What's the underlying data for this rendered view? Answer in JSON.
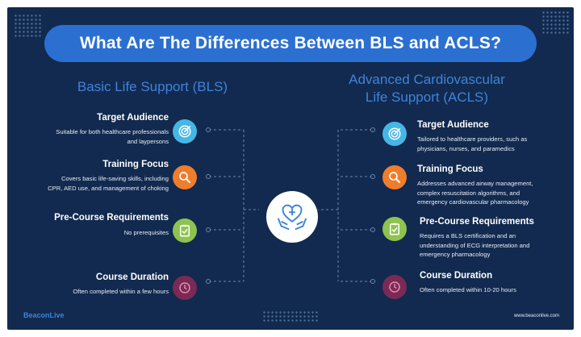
{
  "title": "What Are The Differences Between BLS and ACLS?",
  "colors": {
    "background": "#122a4f",
    "title_pill": "#2b6fd1",
    "accent_blue": "#3f83db",
    "icon_target": "#46b6e6",
    "icon_training": "#ef7d2b",
    "icon_requirements": "#8ec34f",
    "icon_duration": "#7a2a55"
  },
  "bls": {
    "heading": "Basic Life Support (BLS)",
    "items": [
      {
        "title": "Target Audience",
        "desc": [
          "Suitable for both healthcare professionals",
          "and laypersons"
        ],
        "icon": "target-icon"
      },
      {
        "title": "Training Focus",
        "desc": [
          "Covers basic life-saving skills, including",
          "CPR, AED use, and management of choking"
        ],
        "icon": "magnifier-icon"
      },
      {
        "title": "Pre-Course Requirements",
        "desc": [
          "No prerequisites"
        ],
        "icon": "clipboard-check-icon"
      },
      {
        "title": "Course Duration",
        "desc": [
          "Often completed within a few hours"
        ],
        "icon": "clock-icon"
      }
    ]
  },
  "acls": {
    "heading_line1": "Advanced Cardiovascular",
    "heading_line2": "Life Support (ACLS)",
    "items": [
      {
        "title": "Target Audience",
        "desc": [
          "Tailored to healthcare providers, such as",
          "physicians, nurses, and paramedics"
        ],
        "icon": "target-icon"
      },
      {
        "title": "Training Focus",
        "desc": [
          "Addresses advanced airway management,",
          "complex resuscitation algorithms, and",
          "emergency cardiovascular pharmacology"
        ],
        "icon": "magnifier-icon"
      },
      {
        "title": "Pre-Course Requirements",
        "desc": [
          "Requires a BLS certification and an",
          "understanding of ECG interpretation and",
          "emergency pharmacology"
        ],
        "icon": "clipboard-check-icon"
      },
      {
        "title": "Course Duration",
        "desc": [
          "Often completed within 10-20 hours"
        ],
        "icon": "clock-icon"
      }
    ]
  },
  "center_icon": "heart-hands-icon",
  "footer": {
    "brand": "BeaconLive",
    "url": "www.beaconlive.com"
  }
}
